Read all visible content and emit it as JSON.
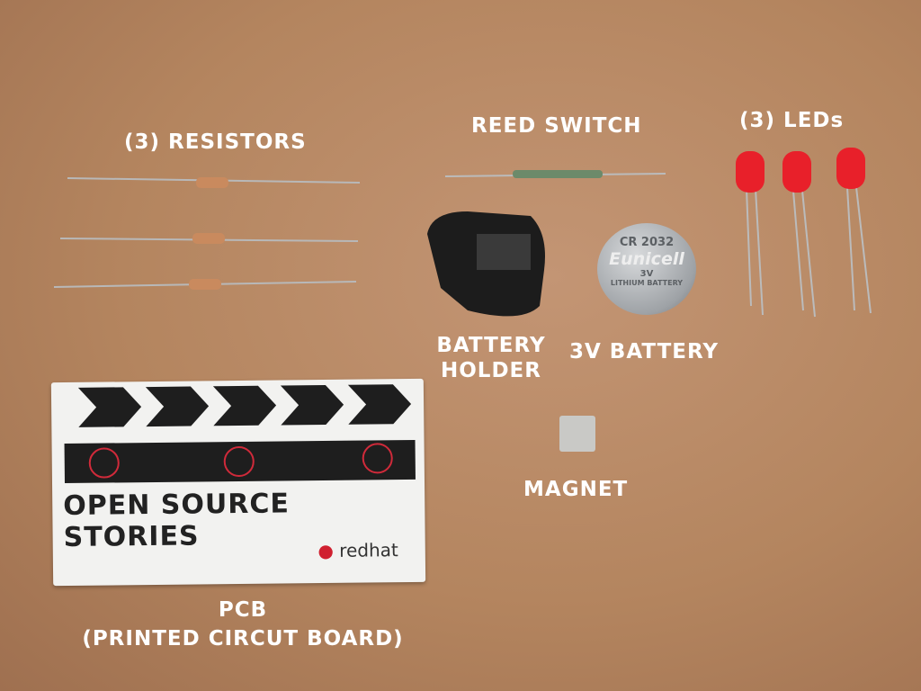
{
  "labels": {
    "resistors": "(3) RESISTORS",
    "reed_switch": "REED SWITCH",
    "leds": "(3) LEDs",
    "battery_holder_line1": "BATTERY",
    "battery_holder_line2": "HOLDER",
    "battery": "3V BATTERY",
    "magnet": "MAGNET",
    "pcb_line1": "PCB",
    "pcb_line2": "(PRINTED CIRCUT BOARD)"
  },
  "battery_markings": {
    "model": "CR 2032",
    "brand": "Eunicell",
    "voltage": "3V",
    "type": "LITHIUM BATTERY"
  },
  "pcb_markings": {
    "title": "OPEN SOURCE STORIES",
    "brand": "redhat"
  },
  "colors": {
    "background": "#b98a67",
    "label": "#ffffff",
    "led": "#e8202a",
    "resistor": "#c98a5e"
  }
}
